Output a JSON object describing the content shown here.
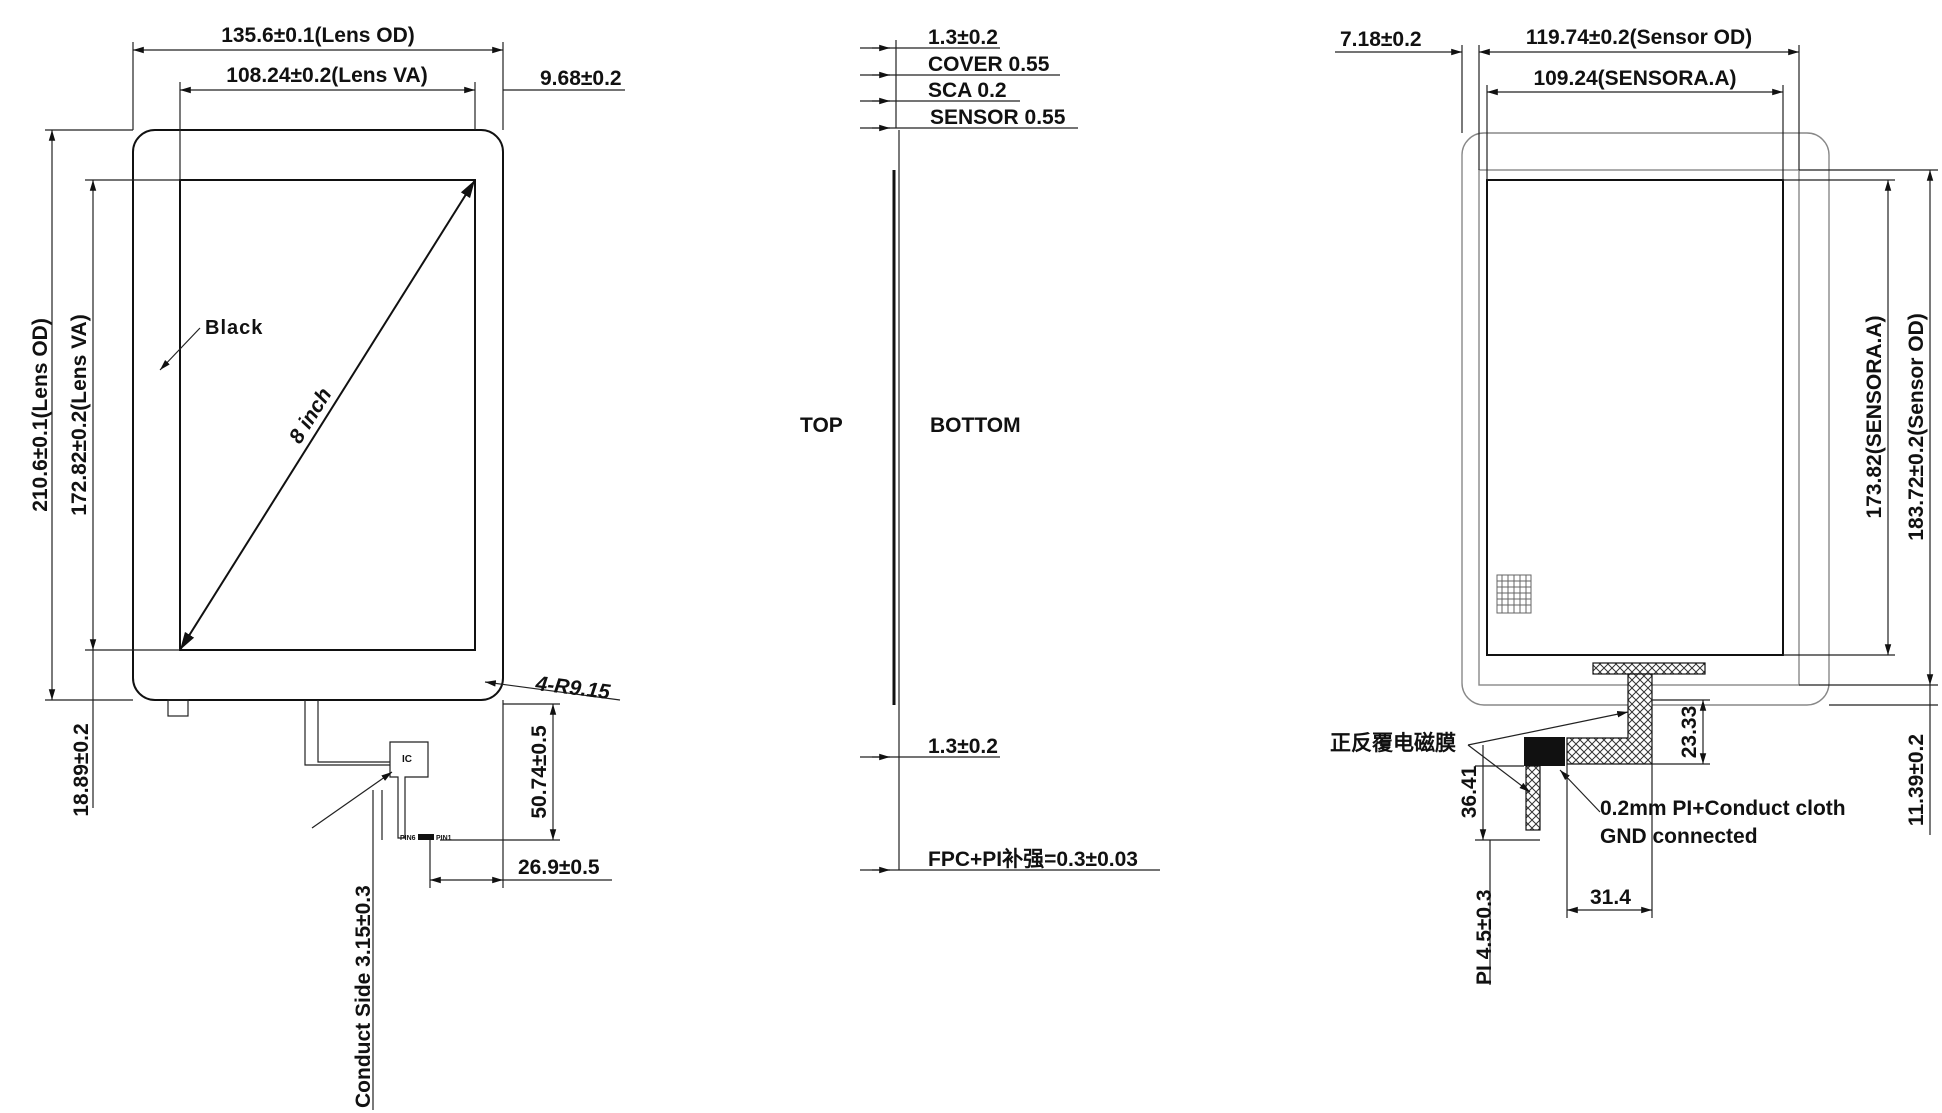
{
  "front_view": {
    "lens_od_width": "135.6±0.1(Lens OD)",
    "lens_va_width": "108.24±0.2(Lens VA)",
    "right_offset": "9.68±0.2",
    "lens_od_height": "210.6±0.1(Lens OD)",
    "lens_va_height": "172.82±0.2(Lens VA)",
    "black_label": "Black",
    "diagonal_label": "8 inch",
    "corner_radius": "4-R9.15",
    "bottom_border": "18.89±0.2",
    "fpc_length": "50.74±0.5",
    "fpc_offset": "26.9±0.5",
    "ic_label": "IC",
    "pin_left": "PIN6",
    "pin_right": "PIN1",
    "conduct_side": "Conduct Side  3.15±0.3"
  },
  "side_view": {
    "top_gap": "1.3±0.2",
    "cover": "COVER 0.55",
    "sca": "SCA 0.2",
    "sensor": "SENSOR 0.55",
    "top_label": "TOP",
    "bottom_label": "BOTTOM",
    "bottom_gap": "1.3±0.2",
    "fpc_thickness": "FPC+PI补强=0.3±0.03"
  },
  "back_view": {
    "left_offset": "7.18±0.2",
    "sensor_od_width": "119.74±0.2(Sensor OD)",
    "sensor_aa_width": "109.24(SENSORA.A)",
    "sensor_aa_height": "173.82(SENSORA.A)",
    "sensor_od_height": "183.72±0.2(Sensor OD)",
    "fpc_drop": "23.33",
    "emi_film": "正反覆电磁膜",
    "fpc_side": "36.41",
    "pi_cloth_line1": "0.2mm PI+Conduct cloth",
    "pi_cloth_line2": "GND connected",
    "bottom_offset": "11.39±0.2",
    "fpc_width": "31.4",
    "pi_thickness": "PI  4.5±0.3"
  }
}
